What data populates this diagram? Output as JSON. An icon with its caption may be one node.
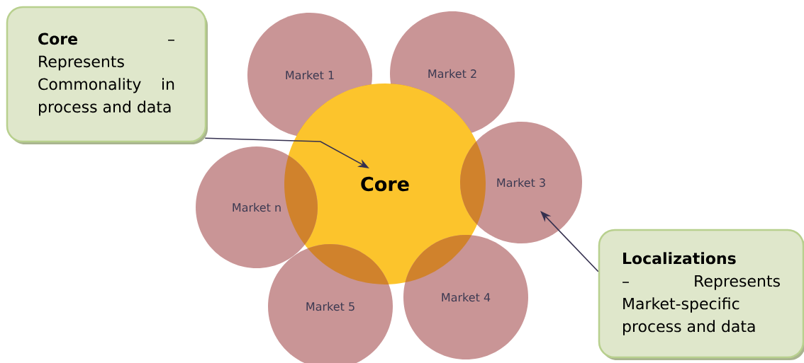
{
  "diagram": {
    "nodes": [
      {
        "text": [
          "**Core** – Represents Commonality in process and data"
        ]
      },
      {
        "text": [
          "Market 1"
        ]
      },
      {
        "text": [
          "Market 2"
        ]
      },
      {
        "text": [
          "Core"
        ]
      },
      {
        "text": [
          "Market n"
        ]
      },
      {
        "text": [
          "Market 3"
        ]
      },
      {
        "text": [
          "**Localizations** – Represents Market-specific process and data"
        ]
      },
      {
        "text": [
          "Market 5"
        ]
      },
      {
        "text": [
          "Market 4"
        ]
      }
    ],
    "edges": [
      {
        "from": 0,
        "to": 3,
        "arrow": "to"
      },
      {
        "from": 6,
        "to": 5,
        "arrow": "to"
      }
    ]
  }
}
